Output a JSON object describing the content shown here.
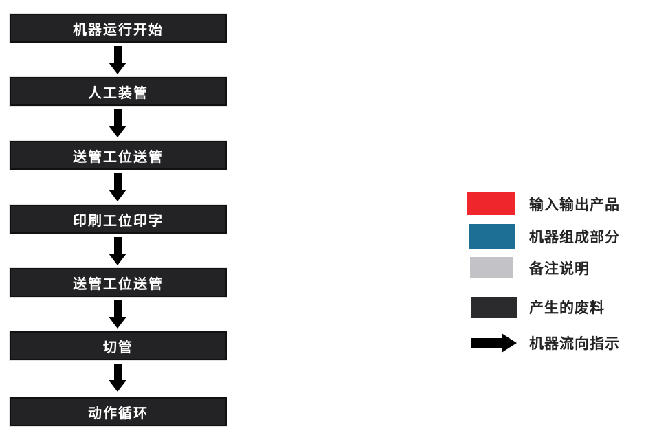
{
  "diagram": {
    "type": "flowchart",
    "background_color": "#ffffff",
    "flow": {
      "box_color": "#232325",
      "box_border_color": "#111113",
      "text_color": "#ffffff",
      "connector": "down-arrow",
      "connector_color": "#000000",
      "steps": [
        {
          "label": "机器运行开始"
        },
        {
          "label": "人工装管"
        },
        {
          "label": "送管工位送管"
        },
        {
          "label": "印刷工位印字"
        },
        {
          "label": "送管工位送管"
        },
        {
          "label": "切管"
        },
        {
          "label": "动作循环"
        }
      ]
    },
    "legend": {
      "text_color": "#232323",
      "items": [
        {
          "swatch": "red-rect",
          "color": "#ef262c",
          "label": "输入输出产品"
        },
        {
          "swatch": "blue-rect",
          "color": "#1e6f96",
          "label": "机器组成部分"
        },
        {
          "swatch": "gray-rect",
          "color": "#c3c3c7",
          "label": "备注说明"
        },
        {
          "swatch": "dark-rect",
          "color": "#2b2b2d",
          "label": "产生的废料"
        },
        {
          "swatch": "right-arrow",
          "color": "#000000",
          "label": "机器流向指示"
        }
      ]
    }
  }
}
